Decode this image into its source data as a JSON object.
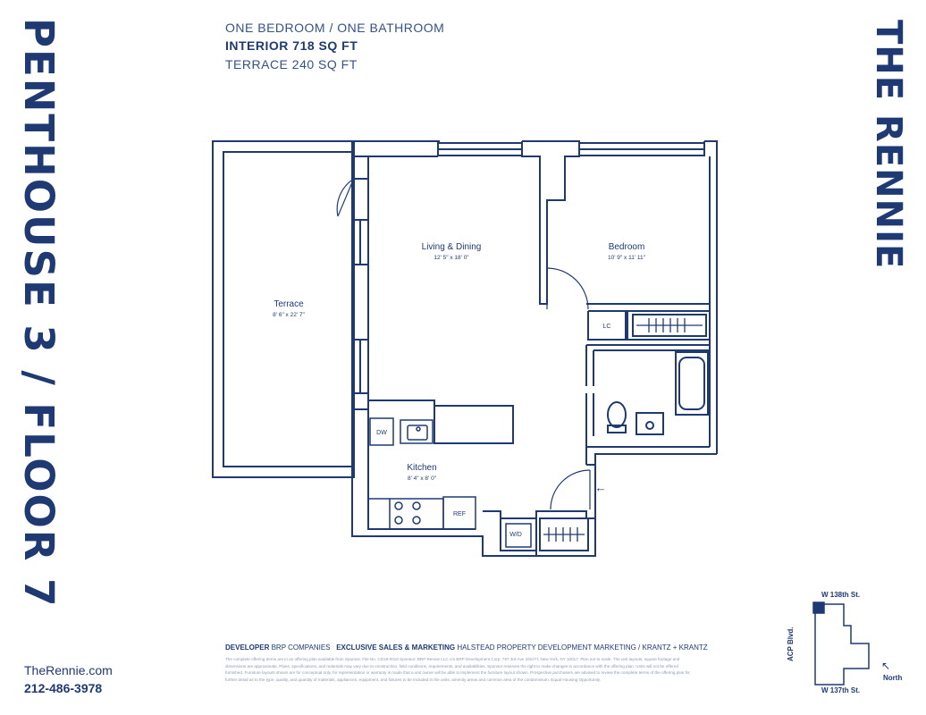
{
  "title_left": "PENTHOUSE 3 / FLOOR 7",
  "title_right": "THE RENNIE",
  "header": {
    "unit_type": "ONE BEDROOM  /  ONE BATHROOM",
    "interior": "INTERIOR 718 SQ FT",
    "terrace": "TERRACE 240 SQ FT"
  },
  "rooms": {
    "living_name": "Living & Dining",
    "living_dims": "12' 5\" x 18' 0\"",
    "bedroom_name": "Bedroom",
    "bedroom_dims": "10' 9\" x 11' 11\"",
    "terrace_name": "Terrace",
    "terrace_dims": "8' 6\" x 22' 7\"",
    "kitchen_name": "Kitchen",
    "kitchen_dims": "8' 4\" x 8' 0\""
  },
  "fixtures": {
    "dw": "DW",
    "lc": "LC",
    "ref": "REF",
    "wd": "W/D"
  },
  "entry_arrow": "←",
  "footer": {
    "developer_label": "DEVELOPER",
    "developer_value": "BRP COMPANIES",
    "sales_label": "EXCLUSIVE SALES & MARKETING",
    "sales_value": "HALSTEAD PROPERTY DEVELOPMENT MARKETING / KRANTZ + KRANTZ",
    "legal": "The complete offering terms are in an offering plan available from Sponsor. File No. CD18-0010 Sponsor: BRP Rennie LLC c/o BRP Development Corp. 767 3rd Ave 33rd Fl, New York, NY 10017. Plan not to scale. The unit layouts, square footage and dimensions are approximate. Plans, specifications, and materials may vary due to construction, field conditions, requirements, and availabilities. Sponsor reserves the right to make changes in accordance with the offering plan. Units will not be offered furnished. Furniture layouts shown are for conceptual only, for representation or warranty is made that a unit owner will be able to implement the furniture layout shown. Prospective purchasers are advised to review the complete terms of the offering plan for further detail as to the type, quality, and quantity of materials, appliances, equipment, and fixtures to be included in the units, amenity areas and common area of the condominium. Equal Housing Opportunity."
  },
  "contact": {
    "website": "TheRennie.com",
    "phone": "212-486-3978"
  },
  "keymap": {
    "top_street": "W 138th St.",
    "bottom_street": "W 137th St.",
    "avenue": "ACP Blvd.",
    "north": "North",
    "north_arrow": "↖"
  },
  "colors": {
    "brand": "#1f3a73",
    "light": "#8a98b8"
  }
}
